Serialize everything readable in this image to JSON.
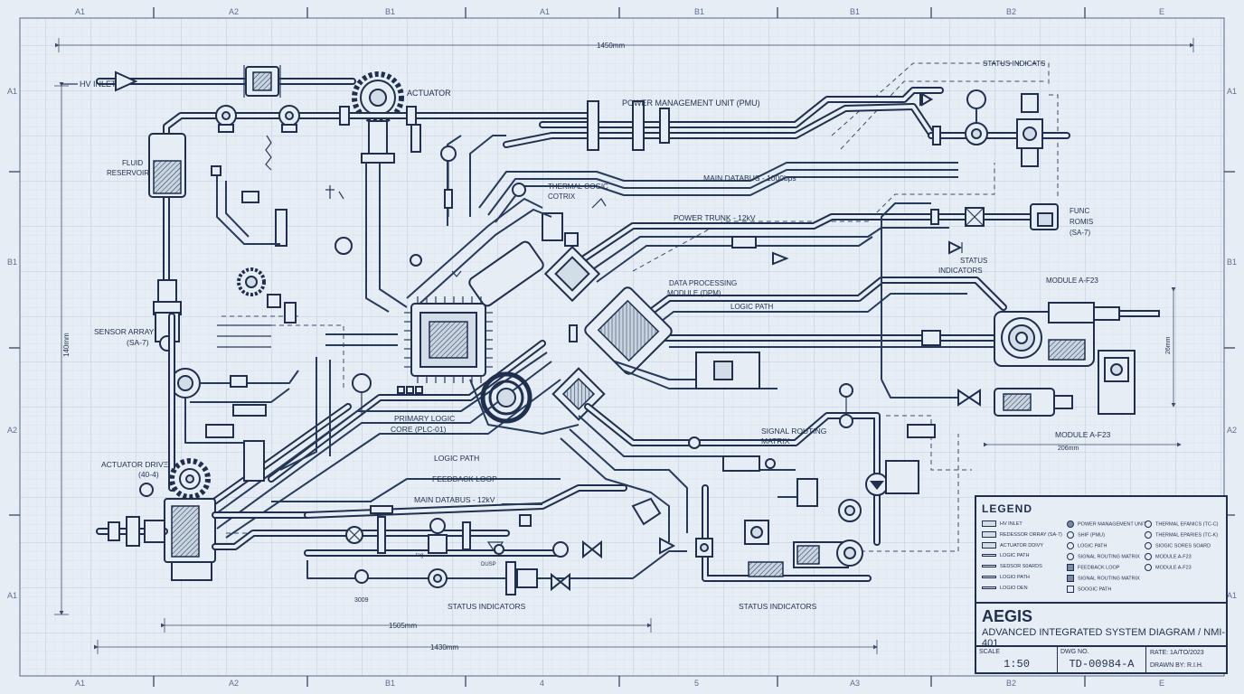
{
  "zones": {
    "top": [
      "A1",
      "A2",
      "B1",
      "A1",
      "B1",
      "B1",
      "B2",
      "E"
    ],
    "bottom": [
      "A1",
      "A2",
      "B1",
      "4",
      "5",
      "A3",
      "B2",
      "E"
    ],
    "left": [
      "A1",
      "B1",
      "A2",
      "A1"
    ],
    "right": [
      "A1",
      "B1",
      "A2",
      "A1"
    ]
  },
  "dimensions": {
    "top_width": "1450mm",
    "bottom_inner": "1505mm",
    "bottom_outer": "1430mm",
    "left_height": "140mm",
    "module_width": "206mm",
    "module_height": "26mm"
  },
  "labels": {
    "hv_inlet": "HV INLET",
    "actuator": "ACTUATOR",
    "fluid_reservoir_1": "FLUID",
    "fluid_reservoir_2": "RESERVOIR",
    "pmu": "POWER MANAGEMENT UNIT (PMU)",
    "status_top": "STATUS INDICATS",
    "thermal_1": "THERMAL OOGIC",
    "thermal_2": "COTRIX",
    "main_databus_top": "MAIN DATABUS - 1000bps",
    "power_trunk": "POWER TRUNK - 12kV",
    "func_1": "FUNC",
    "func_2": "ROMIS",
    "func_3": "(SA-7)",
    "status_mid_1": "STATUS",
    "status_mid_2": "INDICATORS",
    "dpm_1": "DATA PROCESSING",
    "dpm_2": "MODULE (DPM)",
    "logic_path_top": "LOGIC PATH",
    "module_top": "MODULE A-F23",
    "sensor_1": "SENSOR ARRAY",
    "sensor_2": "(SA-7)",
    "primary_1": "PRIMARY LOGIC",
    "primary_2": "CORE (PLC-01)",
    "logic_path_bottom": "LOGIC PATH",
    "feedback": "FEEDBACK LOOP",
    "signal_1": "SIGNAL ROUTING",
    "signal_2": "MATRIX",
    "module_bottom": "MODULE A-F23",
    "actuator_drive_1": "ACTUATOR DRIVΞ",
    "actuator_drive_2": "(40-4)",
    "main_databus_bottom": "MAIN DATABUS - 12kV",
    "status_bottom_left": "STATUS INDICATORS",
    "status_bottom_right": "STATUS INDICATORS",
    "small_3009": "3009",
    "small_dusp": "DUSP",
    "small_tag": "tag"
  },
  "legend": {
    "title": "LEGEND",
    "col1": [
      "HV INLET",
      "REDESSOR ORRAY (SA-7)",
      "ACTUATOR DDIVY",
      "LOGIC PATH",
      "SEDSOR S0ARDS",
      "LOGIO PATH",
      "LOGIO DEN"
    ],
    "col2": [
      "POWER MANAGEMENT UNIT",
      "SHIF (PMU)",
      "LOGIC PATH",
      "SIGNAL ROUTING MATRIX",
      "FEEDBACK LOOP",
      "SIGNAL ROUTING MATRIX",
      "SOOGIC PATH"
    ],
    "col3": [
      "THERMAL EFANICS (TC-C)",
      "THERMAL EPARIES (TC-K)",
      "SIOGIC SORES SOARD",
      "MODULE A-F23",
      "MODULE A-F23"
    ]
  },
  "title_block": {
    "company": "AEGIS",
    "description": "ADVANCED INTEGRATED SYSTEM DIAGRAM / NMI-401",
    "scale_label": "SCALE",
    "scale_value": "1:50",
    "dwg_label": "DWG NO.",
    "dwg_value": "TD-00984-A",
    "date": "RATE: 1A/TO/2023",
    "drawn_by": "DRAWN BY: R.I.H."
  },
  "colors": {
    "paper": "#e6edf4",
    "grid_minor": "#d2dce8",
    "grid_major": "#bccadb",
    "ink": "#1f2f4d"
  }
}
